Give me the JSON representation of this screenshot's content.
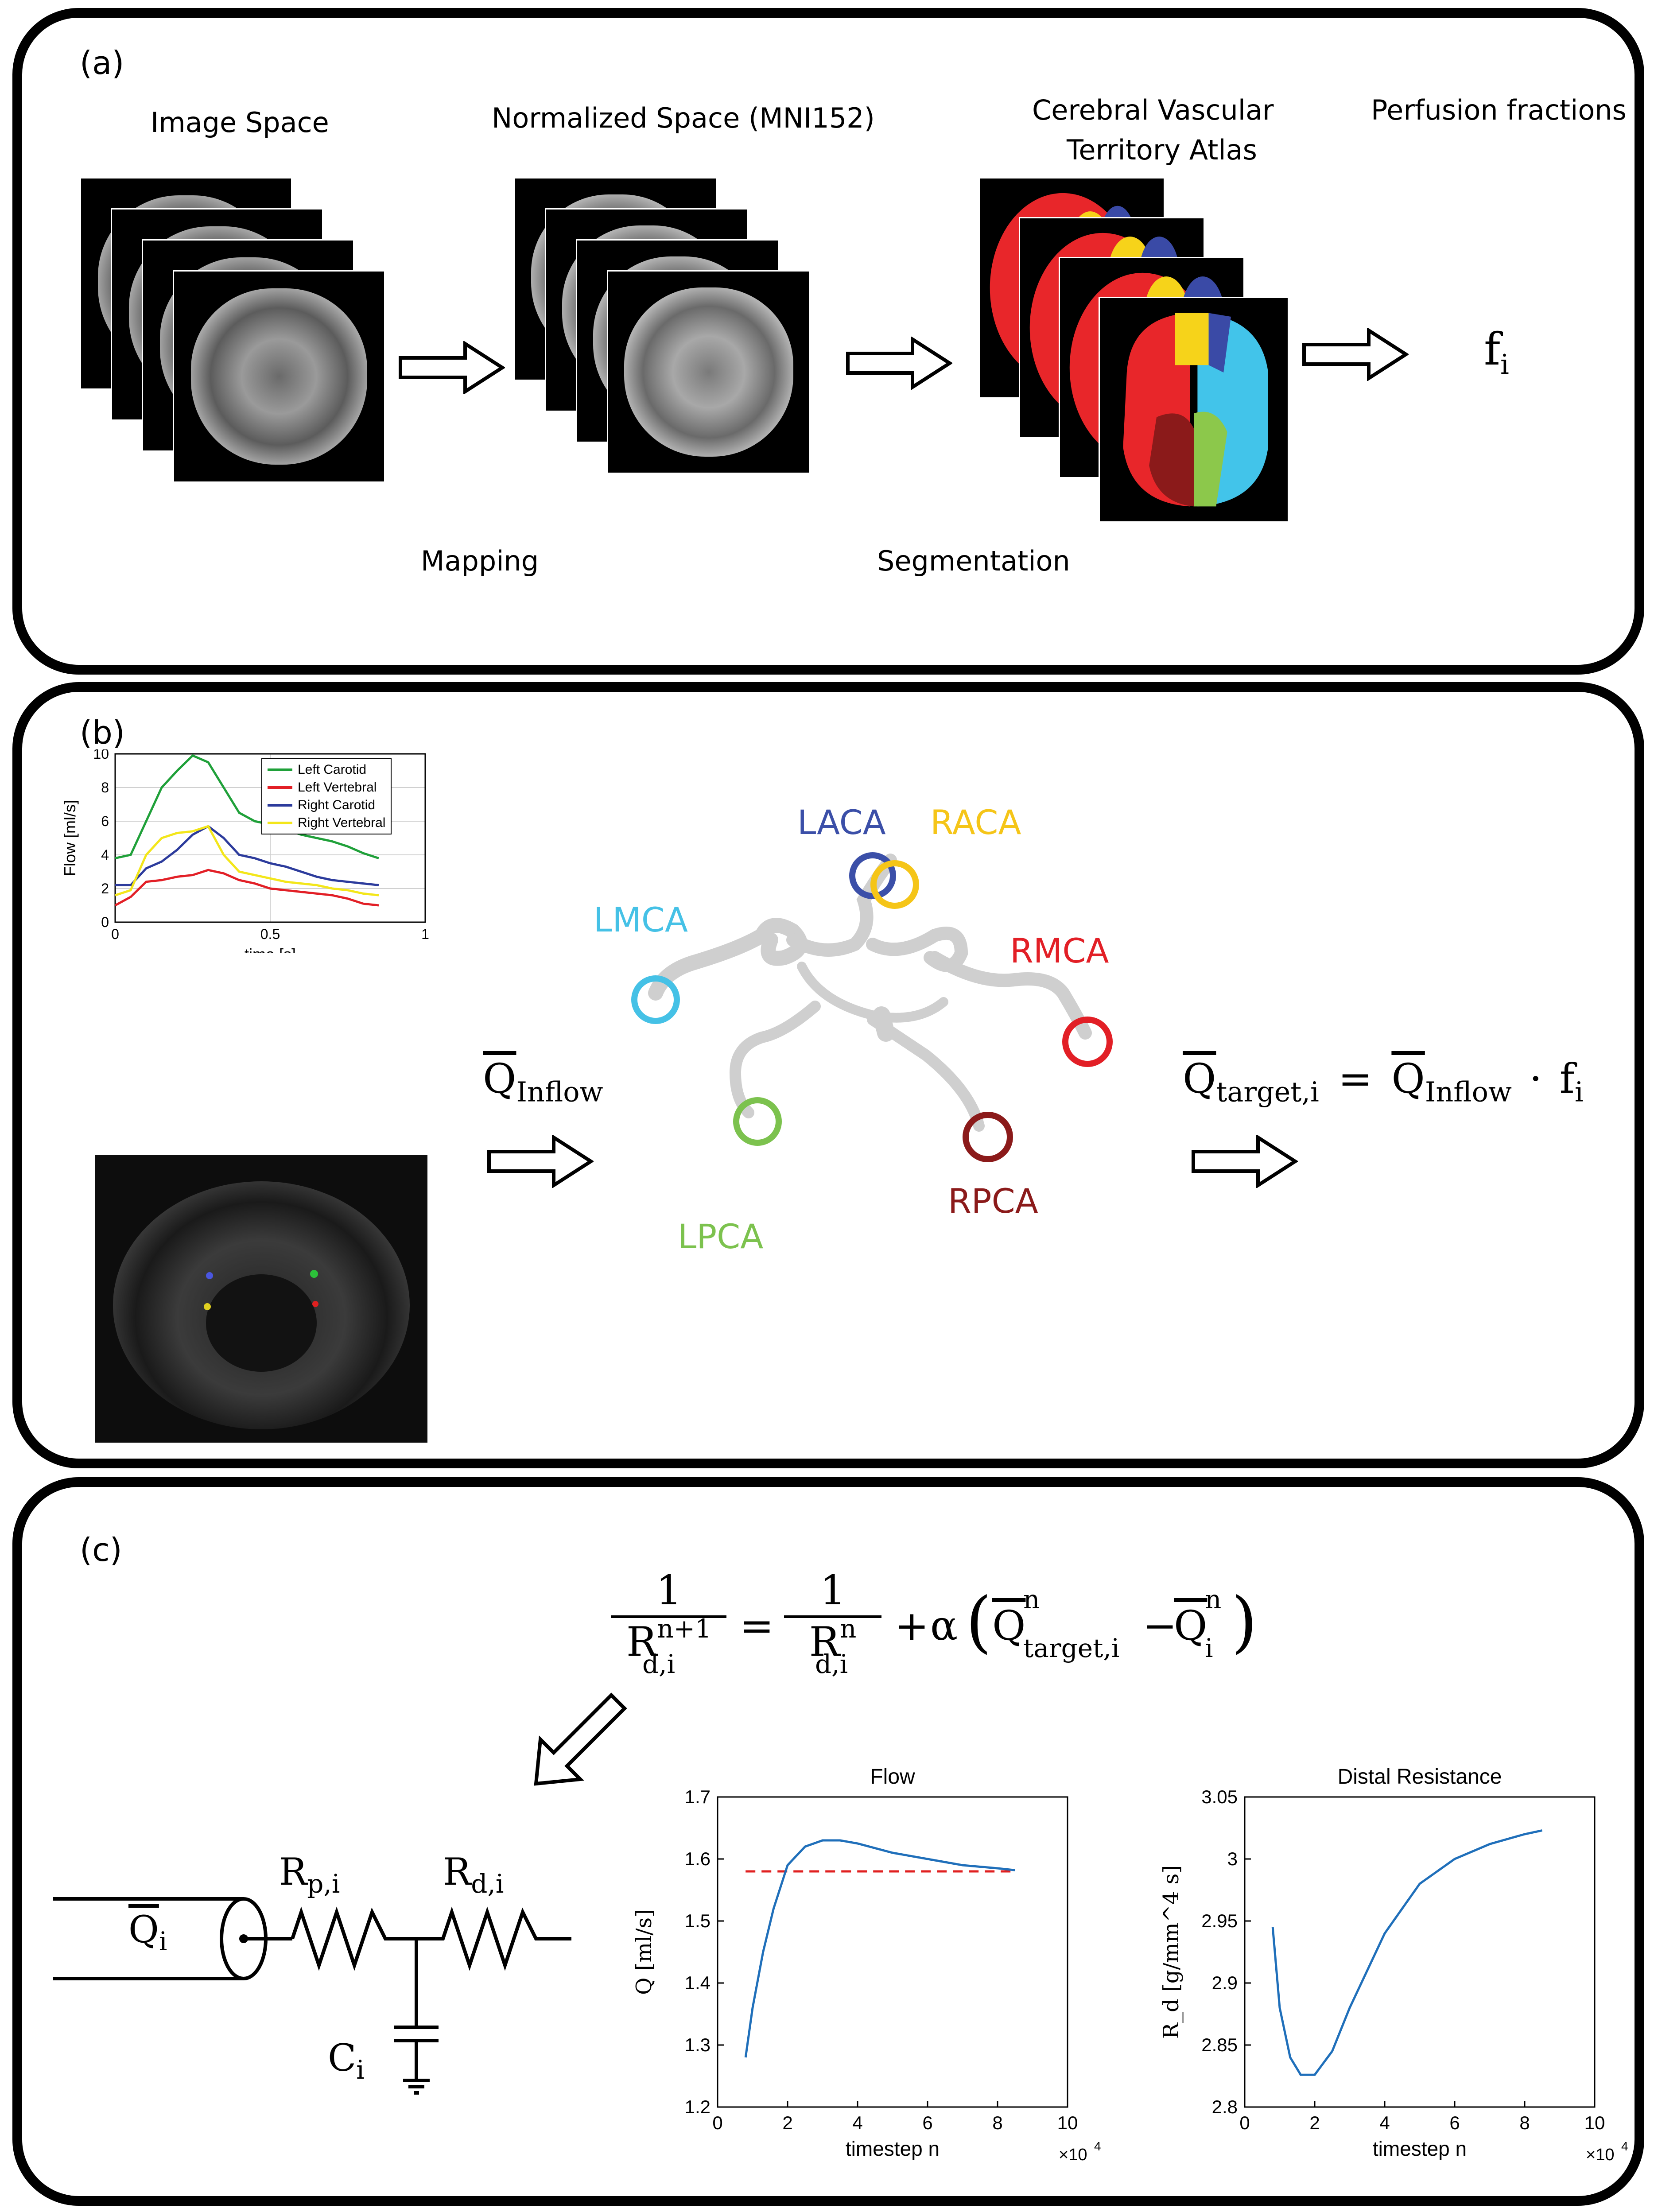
{
  "panel_a": {
    "letter": "(a)",
    "image_space": "Image Space",
    "normalized_space": "Normalized Space (MNI152)",
    "atlas_line1": "Cerebral Vascular",
    "atlas_line2": "Territory Atlas",
    "perfusion": "Perfusion fractions",
    "mapping": "Mapping",
    "segmentation": "Segmentation",
    "fi_base": "f",
    "fi_sub": "i",
    "territory_colors": {
      "red": "#e8262a",
      "darkred": "#8b1a1a",
      "yellow": "#f6d31a",
      "blue": "#3a4aa6",
      "cyan": "#42c4ea",
      "green": "#8cc84b"
    }
  },
  "panel_b": {
    "letter": "(b)",
    "inflow_base": "Q",
    "inflow_sub": "Inflow",
    "eq_target_base": "Q",
    "eq_target_sub": "target,i",
    "eq_equals": "=",
    "eq_rhs_base": "Q",
    "eq_rhs_sub": "Inflow",
    "eq_dot": "·",
    "eq_f": "f",
    "eq_f_sub": "i",
    "vessels": [
      {
        "name": "LACA",
        "color": "#3b4fa8"
      },
      {
        "name": "RACA",
        "color": "#f5c518"
      },
      {
        "name": "LMCA",
        "color": "#45c1e6"
      },
      {
        "name": "RMCA",
        "color": "#e21f26"
      },
      {
        "name": "LPCA",
        "color": "#7cc24e"
      },
      {
        "name": "RPCA",
        "color": "#8b1a1a"
      }
    ],
    "chart_data": {
      "type": "line",
      "x": [
        0,
        0.05,
        0.1,
        0.15,
        0.2,
        0.25,
        0.3,
        0.35,
        0.4,
        0.45,
        0.5,
        0.55,
        0.6,
        0.65,
        0.7,
        0.75,
        0.8,
        0.85
      ],
      "series": [
        {
          "name": "Left Carotid",
          "color": "#1fa039",
          "values": [
            3.8,
            4.0,
            6.0,
            8.0,
            9.0,
            9.9,
            9.5,
            8.0,
            6.5,
            6.0,
            5.8,
            5.5,
            5.2,
            5.0,
            4.8,
            4.5,
            4.1,
            3.8
          ]
        },
        {
          "name": "Left Vertebral",
          "color": "#e21f26",
          "values": [
            1.0,
            1.5,
            2.4,
            2.5,
            2.7,
            2.8,
            3.1,
            2.9,
            2.5,
            2.3,
            2.0,
            1.9,
            1.8,
            1.7,
            1.6,
            1.4,
            1.1,
            1.0
          ]
        },
        {
          "name": "Right Carotid",
          "color": "#2c3b9c",
          "values": [
            2.2,
            2.2,
            3.2,
            3.6,
            4.3,
            5.2,
            5.7,
            5.0,
            4.0,
            3.8,
            3.5,
            3.3,
            3.0,
            2.7,
            2.5,
            2.4,
            2.3,
            2.2
          ]
        },
        {
          "name": "Right Vertebral",
          "color": "#f3e61a",
          "values": [
            1.6,
            1.9,
            4.0,
            5.0,
            5.3,
            5.4,
            5.7,
            4.0,
            3.0,
            2.8,
            2.6,
            2.4,
            2.3,
            2.2,
            2.0,
            1.9,
            1.7,
            1.6
          ]
        }
      ],
      "xlabel": "time [s]",
      "ylabel": "Flow [ml/s]",
      "xlim": [
        0,
        1
      ],
      "ylim": [
        0,
        10
      ],
      "xticks": [
        0,
        0.5,
        1
      ],
      "yticks": [
        0,
        2,
        4,
        6,
        8,
        10
      ],
      "xtick_labels": [
        "0",
        "0.5",
        "1"
      ],
      "ytick_labels": [
        "0",
        "2",
        "4",
        "6",
        "8",
        "10"
      ],
      "grid": true,
      "legend": "top-right"
    }
  },
  "panel_c": {
    "letter": "(c)",
    "update_one": "1",
    "update_R": "R",
    "update_lhs_sub": "d,i",
    "update_lhs_sup": "n+1",
    "update_rhs_sub": "d,i",
    "update_rhs_sup": "n",
    "update_plus": "+",
    "update_alpha": "α",
    "update_Q": "Q",
    "update_Q1_sub": "target,i",
    "update_Q1_sup": "n",
    "update_minus": "−",
    "update_Q2_sub": "i",
    "update_Q2_sup": "n",
    "circuit_Q_base": "Q",
    "circuit_Q_sub": "i",
    "circuit_Rp_base": "R",
    "circuit_Rp_sub": "p,i",
    "circuit_Rd_base": "R",
    "circuit_Rd_sub": "d,i",
    "circuit_C_base": "C",
    "circuit_C_sub": "i",
    "chart_data": [
      {
        "type": "line",
        "title": "Flow",
        "x": [
          0.8,
          1.0,
          1.3,
          1.6,
          2.0,
          2.5,
          3.0,
          3.5,
          4.0,
          5.0,
          6.0,
          7.0,
          8.0,
          8.5
        ],
        "values": [
          1.28,
          1.36,
          1.45,
          1.52,
          1.59,
          1.62,
          1.63,
          1.63,
          1.625,
          1.61,
          1.6,
          1.59,
          1.585,
          1.582
        ],
        "target": 1.58,
        "target_style": "dashed red",
        "xlabel": "timestep n",
        "ylabel": "Q [ml/s]",
        "xlim": [
          0,
          10
        ],
        "ylim": [
          1.2,
          1.7
        ],
        "xticks": [
          0,
          2,
          4,
          6,
          8,
          10
        ],
        "xtick_labels": [
          "0",
          "2",
          "4",
          "6",
          "8",
          "10"
        ],
        "yticks": [
          1.2,
          1.3,
          1.4,
          1.5,
          1.6,
          1.7
        ],
        "ytick_labels": [
          "1.2",
          "1.3",
          "1.4",
          "1.5",
          "1.6",
          "1.7"
        ],
        "x_multiplier": "×10",
        "x_multiplier_exp": "4",
        "color": "#1f6fba",
        "grid": false
      },
      {
        "type": "line",
        "title": "Distal Resistance",
        "x": [
          0.8,
          1.0,
          1.3,
          1.6,
          2.0,
          2.5,
          3.0,
          4.0,
          5.0,
          6.0,
          7.0,
          8.0,
          8.5
        ],
        "values": [
          2.945,
          2.88,
          2.84,
          2.826,
          2.826,
          2.845,
          2.88,
          2.94,
          2.98,
          3.0,
          3.012,
          3.02,
          3.023
        ],
        "xlabel": "timestep n",
        "ylabel": "R_d [g/mm^4 s]",
        "xlim": [
          0,
          10
        ],
        "ylim": [
          2.8,
          3.05
        ],
        "xticks": [
          0,
          2,
          4,
          6,
          8,
          10
        ],
        "xtick_labels": [
          "0",
          "2",
          "4",
          "6",
          "8",
          "10"
        ],
        "yticks": [
          2.8,
          2.85,
          2.9,
          2.95,
          3.0,
          3.05
        ],
        "ytick_labels": [
          "2.8",
          "2.85",
          "2.9",
          "2.95",
          "3",
          "3.05"
        ],
        "x_multiplier": "×10",
        "x_multiplier_exp": "4",
        "color": "#1f6fba",
        "grid": false
      }
    ]
  }
}
